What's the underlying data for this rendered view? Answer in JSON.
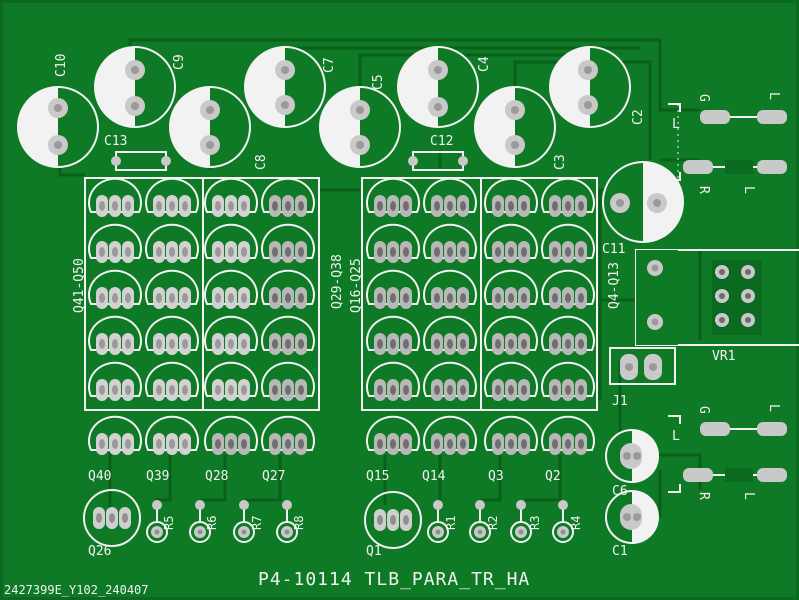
{
  "board": {
    "title_label": "P4-10114 TLB_PARA_TR_HA",
    "lot_label": "2427399E_Y102_240407",
    "colors": {
      "soldermask": "#0e7a25",
      "soldermask_dark": "#0b6a1f",
      "trace": "#0a5f1b",
      "silkscreen": "#f2f2f2",
      "pad": "#c9c9c9",
      "pad_hole": "#9a9a9a"
    }
  },
  "labels": {
    "c10": "C10",
    "c9": "C9",
    "c7": "C7",
    "c5": "C5",
    "c4": "C4",
    "c2": "C2",
    "c8": "C8",
    "c3": "C3",
    "c13": "C13",
    "c12": "C12",
    "c11": "C11",
    "c6": "C6",
    "c1": "C1",
    "q41_q50": "Q41-Q50",
    "q29_q38": "Q29-Q38",
    "q16_q25": "Q16-Q25",
    "q4_q13": "Q4-Q13",
    "q40": "Q40",
    "q39": "Q39",
    "q28": "Q28",
    "q27": "Q27",
    "q15": "Q15",
    "q14": "Q14",
    "q3": "Q3",
    "q2": "Q2",
    "q26": "Q26",
    "q1": "Q1",
    "r5": "R5",
    "r6": "R6",
    "r7": "R7",
    "r8": "R8",
    "r1": "R1",
    "r2": "R2",
    "r3": "R3",
    "r4": "R4",
    "vr1": "VR1",
    "j1": "J1",
    "jack_top_l1": "L",
    "jack_top_l2": "L",
    "jack_top_r": "R",
    "jack_top_g": "G",
    "jack_bot_l1": "L",
    "jack_bot_l2": "L",
    "jack_bot_r": "R",
    "jack_bot_g": "G"
  }
}
